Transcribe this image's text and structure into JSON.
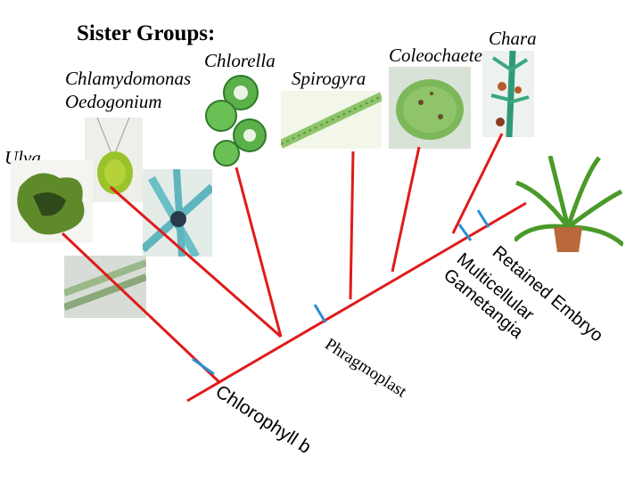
{
  "title": "Sister Groups:",
  "taxa": {
    "chara": "Chara",
    "coleochaete": "Coleochaete",
    "chlorella": "Chlorella",
    "spirogyra": "Spirogyra",
    "chlamydomonas": "Chlamydomonas",
    "oedogonium": "Oedogonium",
    "ulva": "Ulva"
  },
  "traits": {
    "chlorophyll": "Chlorophyll b",
    "phragmoplast": "Phragmoplast",
    "multicellular": "Multicellular Gametangia",
    "embryo": "Retained Embryo"
  },
  "colors": {
    "branch": "#e01b1b",
    "tick": "#2a8fd6"
  }
}
